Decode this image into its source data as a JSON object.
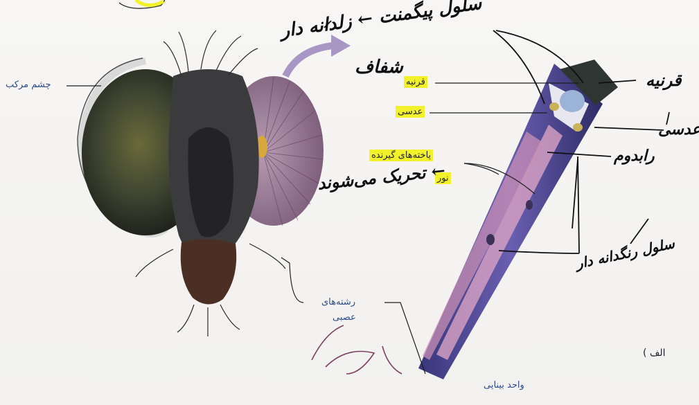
{
  "printed_labels": {
    "compound_eye": "چشم مرکب",
    "cornea": "قرنیه",
    "lens": "عدسی",
    "receptor_cells_line1": "یاخته‌های گیرنده",
    "receptor_cells_line2": "نور",
    "nerve_fibers_line1": "رشته‌های",
    "nerve_fibers_line2": "عصبی",
    "visual_unit": "واحد بینایی",
    "figure_letter": "الف )"
  },
  "handwritten_notes": {
    "pigment_cell": "سلول پیگمنت ← زلدانه دار",
    "transparent": "شفاف",
    "stimulated": "← تحریک می‌شوند",
    "cornea_side": "قرنیه",
    "lens_side": "عدسی",
    "rhabdom": "رابدوم",
    "pigment_cell_2": "سلول رنگدانه دار"
  },
  "colors": {
    "highlight": "#f3f22a",
    "printed_text": "#1b1f2a",
    "label_blue": "#2b4a86",
    "handwriting": "#0e0e12",
    "ommatidium": "#5a4fa0",
    "rhabdom_pink": "#d9a3c4"
  }
}
